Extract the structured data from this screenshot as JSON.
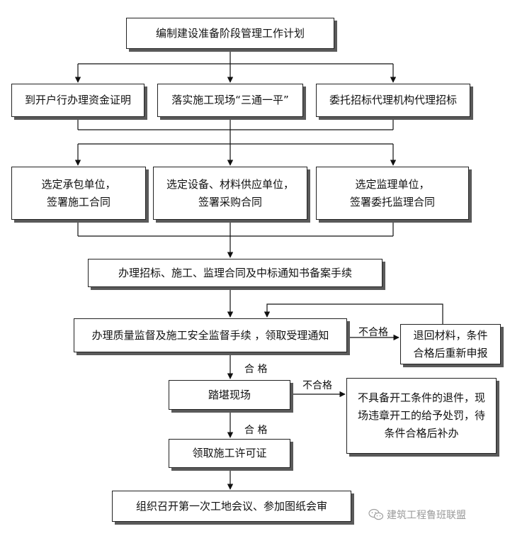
{
  "nodes": {
    "plan": "编制建设准备阶段管理工作计划",
    "fund": "到开户行办理资金证明",
    "site_prep": "落实施工现场“三通一平”",
    "agency": "委托招标代理机构代理招标",
    "contractor_l1": "选定承包单位，",
    "contractor_l2": "签署施工合同",
    "supplier_l1": "选定设备、材料供应单位，",
    "supplier_l2": "签署采购合同",
    "supervisor_l1": "选定监理单位，",
    "supervisor_l2": "签署委托监理合同",
    "filing": "办理招标、施工、监理合同及中标通知书备案手续",
    "quality": "办理质量监督及施工安全监督手续 ，领取受理通知",
    "return_l1": "退回材料，条件",
    "return_l2": "合格后重新申报",
    "survey": "踏堪现场",
    "penalty_l1": "不具备开工条件的退件，现",
    "penalty_l2": "场违章开工的给予处罚，待",
    "penalty_l3": "条件合格后补办",
    "permit": "领取施工许可证",
    "meeting": "组织召开第一次工地会议、参加图纸会审"
  },
  "labels": {
    "fail_1": "不合格",
    "pass_1": "合 格",
    "fail_2": "不合格",
    "pass_2": "合 格"
  },
  "watermark": {
    "icon": "wechat-icon",
    "text": "建筑工程鲁班联盟"
  }
}
